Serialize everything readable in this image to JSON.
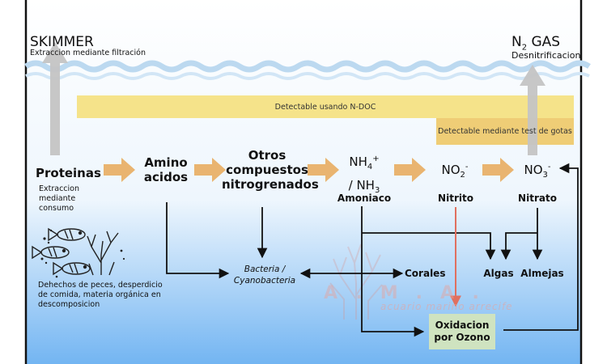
{
  "skimmer": {
    "title": "SKIMMER",
    "subtitle": "Extraccion mediante filtración"
  },
  "n2gas": {
    "title_pre": "N",
    "title_sub": "2",
    "title_post": " GAS",
    "subtitle": "Desnitrificacion"
  },
  "bands": {
    "ndoc": "Detectable usando N-DOC",
    "test": "Detectable mediante test de gotas"
  },
  "nodes": {
    "proteinas": "Proteinas",
    "proteinas_note": "Extraccion mediante consumo",
    "amino": "Amino acidos",
    "otros": "Otros compuestos nitrogrenados",
    "nh4_label": "Amoniaco",
    "no2_label": "Nitrito",
    "no3_label": "Nitrato",
    "bacteria": "Bacteria / Cyanobacteria",
    "corales": "Corales",
    "algas": "Algas",
    "almejas": "Almejas",
    "ozono": "Oxidacion por Ozono",
    "waste_note": "Dehechos de peces, desperdicio de comida, materia orgánica en descomposicion"
  },
  "watermark": {
    "logo": "A.M.A.",
    "text": "acuario marino arrecife"
  },
  "colors": {
    "water_top": "#ffffff",
    "water_bottom": "#73b5f2",
    "wave": "#bcd9f0",
    "ndoc_band": "#f5e38a",
    "test_band": "#efcd76",
    "orange_arrow": "#e9b470",
    "gray_arrow": "#c4c4c4",
    "red_arrow": "#e07060",
    "ozono_box": "#cfe3c0"
  }
}
